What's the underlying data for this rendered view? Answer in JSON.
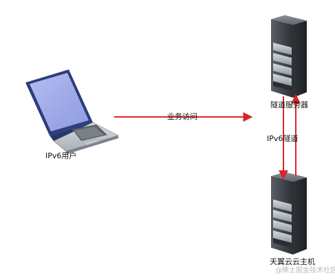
{
  "nodes": {
    "ipv6_user": {
      "label": "IPv6用户",
      "icon": "laptop-icon"
    },
    "tunnel_server": {
      "label": "隧道服务器",
      "icon": "server-icon"
    },
    "cloud_host": {
      "label": "天翼云云主机",
      "icon": "server-icon"
    }
  },
  "edges": {
    "business_access": {
      "label": "业务访问",
      "color": "#d9262a"
    },
    "ipv6_tunnel": {
      "label": "IPv6隧道",
      "color": "#d9262a"
    }
  },
  "watermark": {
    "text": "@稀土掘金技术社区"
  },
  "colors": {
    "arrow": "#d9262a",
    "server_dark": "#3a3e44",
    "server_light": "#a9b0b8",
    "laptop_screen": "#9fa9e6"
  }
}
